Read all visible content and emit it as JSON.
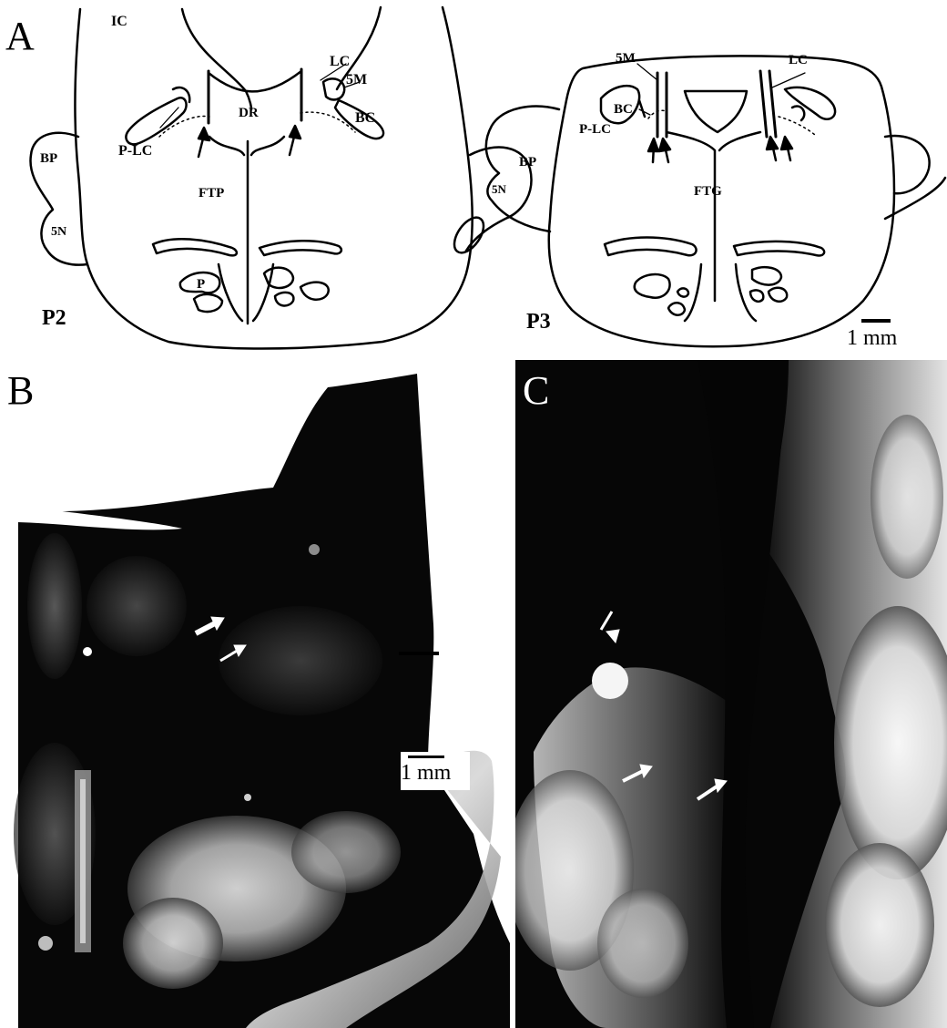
{
  "figure": {
    "panels": {
      "a": {
        "letter": "A",
        "left_section": {
          "level": "P2",
          "labels": {
            "ic": "IC",
            "lc": "LC",
            "five_m": "5M",
            "dr": "DR",
            "bc": "BC",
            "p_lc": "P-LC",
            "bp": "BP",
            "ftp": "FTP",
            "five_n": "5N",
            "p": "P"
          }
        },
        "right_section": {
          "level": "P3",
          "labels": {
            "five_m": "5M",
            "lc": "LC",
            "bc": "BC",
            "p_lc": "P-LC",
            "bp": "BP",
            "five_n": "5N",
            "ftg": "FTG"
          }
        },
        "scale_bar": "1 mm"
      },
      "b": {
        "letter": "B",
        "scale_bar": "1 mm"
      },
      "c": {
        "letter": "C"
      }
    }
  }
}
